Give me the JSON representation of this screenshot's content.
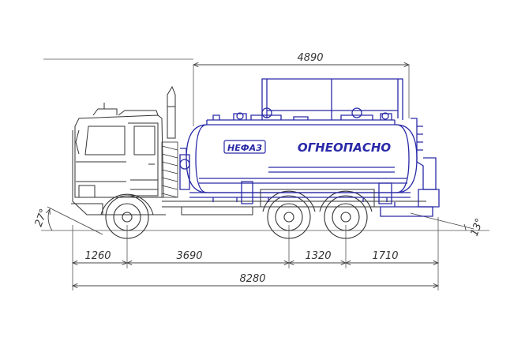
{
  "colors": {
    "outline": "#333333",
    "tank_blue": "#2a2aa8",
    "dimension": "#444444",
    "background": "#ffffff"
  },
  "dimensions": {
    "tank_length": "4890",
    "front_overhang": "1260",
    "wheelbase_front": "3690",
    "tandem_spacing": "1320",
    "rear_overhang": "1710",
    "overall_length": "8280",
    "approach_angle": "27°",
    "departure_angle": "13°"
  },
  "tank": {
    "warning_text": "ОГНЕОПАСНО",
    "logo_text": "НЕФАЗ"
  }
}
